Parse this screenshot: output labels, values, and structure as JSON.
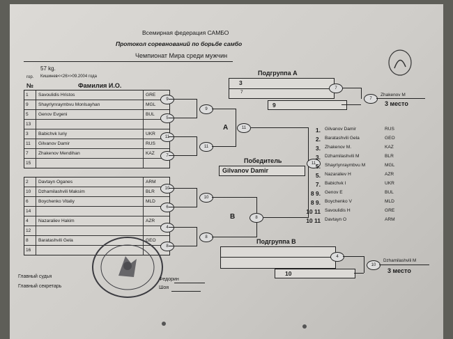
{
  "header": {
    "line1": "Всемирная федерация САМБО",
    "line2": "Протокол соревнований по борьбе самбо",
    "line3": "Чемпионат Мира среди мужчин",
    "weight": "57 kg.",
    "place_label": "гор.",
    "place_date": "Кишинев<<26>>09.2004 года"
  },
  "table_headers": {
    "number": "№",
    "name": "Фамилия И.О."
  },
  "group_a": [
    {
      "no": "1",
      "name": "Savoulidis Hristos",
      "country": "GRE"
    },
    {
      "no": "9",
      "name": "Shayrlynraymbvu Monlsayhan",
      "country": "MGL"
    },
    {
      "no": "5",
      "name": "Genov Evgeni",
      "country": "BUL"
    },
    {
      "no": "13",
      "name": "",
      "country": ""
    },
    {
      "no": "3",
      "name": "Babichvk Iuriy",
      "country": "UKR"
    },
    {
      "no": "11",
      "name": "Gilvanov Damir",
      "country": "RUS"
    },
    {
      "no": "7",
      "name": "Zhakenov Mendihan",
      "country": "KAZ"
    },
    {
      "no": "15",
      "name": "",
      "country": ""
    }
  ],
  "group_b": [
    {
      "no": "2",
      "name": "Davtayn Oganes",
      "country": "ARM"
    },
    {
      "no": "10",
      "name": "Dzhamilashvili Maksim",
      "country": "BLR"
    },
    {
      "no": "6",
      "name": "Boychenko Vitaliy",
      "country": "MLD"
    },
    {
      "no": "14",
      "name": "",
      "country": ""
    },
    {
      "no": "4",
      "name": "Nazaraliev  Hakim",
      "country": "AZR"
    },
    {
      "no": "12",
      "name": "",
      "country": ""
    },
    {
      "no": "8",
      "name": "Baratashvili Gela",
      "country": "GEO"
    },
    {
      "no": "16",
      "name": "",
      "country": ""
    }
  ],
  "bubbles": {
    "a_r1": [
      "9",
      "5",
      "11",
      "7"
    ],
    "a_r2": [
      "9",
      "11"
    ],
    "a_final": "11",
    "b_r1": [
      "10",
      "6",
      "4",
      "8"
    ],
    "b_r2": [
      "10",
      "8"
    ],
    "b_final": "8",
    "center": "11"
  },
  "labels": {
    "a": "A",
    "b": "B"
  },
  "winner": {
    "label": "Победитель",
    "name": "Gilvanov Damir"
  },
  "subgroup_a": {
    "title": "Подгруппа  А",
    "top": "3",
    "mid": "7",
    "bottom": "9",
    "bubble1": "7",
    "bubble2": "7",
    "name": "Zhakenov M",
    "place": "3 место"
  },
  "subgroup_b": {
    "title": "Подгруппа  В",
    "bubble1": "4",
    "bubble2": "10",
    "bottom": "10",
    "name": "Dzhamilashvili M",
    "place": "3 место"
  },
  "results": [
    {
      "place": "1.",
      "name": "Gilvanov Damir",
      "country": "RUS"
    },
    {
      "place": "2.",
      "name": "Baratashvili Gela",
      "country": "GEO"
    },
    {
      "place": "3.",
      "name": "Zhakenov M.",
      "country": "KAZ"
    },
    {
      "place": "3.",
      "name": "Dzhamilashvili M",
      "country": "BLR"
    },
    {
      "place": "5.",
      "name": "Shayrlynraymbvu M",
      "country": "MGL"
    },
    {
      "place": "5.",
      "name": "Nazaraliev  H",
      "country": "AZR"
    },
    {
      "place": "7.",
      "name": "Babichvk I",
      "country": "UKR"
    },
    {
      "place": "8 9.",
      "name": "Genov E",
      "country": "BUL"
    },
    {
      "place": "8 9.",
      "name": "Boychenko V",
      "country": "MLD"
    },
    {
      "place": "10 11",
      "name": "Savoulidis H",
      "country": "GRE"
    },
    {
      "place": "10 11",
      "name": "Davtayn O",
      "country": "ARM"
    }
  ],
  "signatures": {
    "judge_label": "Главный судья",
    "judge_name": "Федорин",
    "secretary_label": "Главный секретарь",
    "secretary_name": "Шоя"
  },
  "colors": {
    "paper": "#d8d6d2",
    "ink": "#1a1a1a",
    "background": "#5e5e58"
  }
}
